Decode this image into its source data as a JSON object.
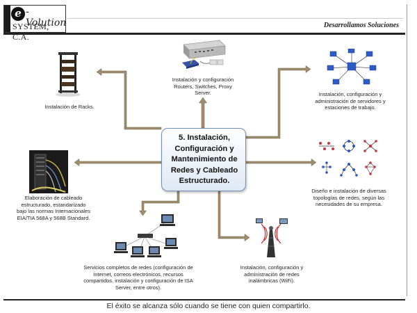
{
  "header": {
    "logo_e": "e",
    "logo_word": "-Volution",
    "logo_system": "SYSTEM, C.A.",
    "tagline": "Desarrollamos Soluciones"
  },
  "center": {
    "line1": "5.    Instalación,",
    "line2": "Configuración y",
    "line3": "Mantenimiento de",
    "line4": "Redes y Cableado",
    "line5": "Estructurado."
  },
  "items": {
    "racks": "Instalación de Racks.",
    "routers": {
      "line1": "Instalación y configuración",
      "line2": "Routers, Switches, Proxy",
      "line3": "Server."
    },
    "servers": {
      "line1": "Instalación, configuración y",
      "line2": "administración de servidores y",
      "line3": "estaciones de trabajo."
    },
    "cabling": {
      "line1": "Elaboración de cableado",
      "line2": "estructurado, estandarizado",
      "line3": "bajo las normas Internacionales",
      "line4": "EIA/TIA 568A y  568B Standard."
    },
    "topologies": {
      "line1": "Diseño e instalación de diversas",
      "line2": "topologías de redes, según las",
      "line3": "necesidades de  su empresa."
    },
    "services": {
      "line1": "Servicios completos de redes (configuración de",
      "line2": "Internet, correos electrónicos,  recursos",
      "line3": "compartidos, instalación y configuración de ISA",
      "line4": "Server, entre otros)."
    },
    "wireless": {
      "line1": "Instalación, configuración y",
      "line2": "administración de redes",
      "line3": "inalámbricas (WiFi)."
    }
  },
  "footer": "El éxito se alcanza sólo cuando se tiene con quien compartirlo.",
  "colors": {
    "arrow": "#a08d6d",
    "arrow_stroke": "#6f6048",
    "box_border": "#6f8fb5",
    "rule": "#222222"
  },
  "icons": [
    "rack-icon",
    "router-switch-icon",
    "server-network-icon",
    "cabling-icon",
    "topology-icon",
    "network-services-icon",
    "wifi-tower-icon"
  ]
}
